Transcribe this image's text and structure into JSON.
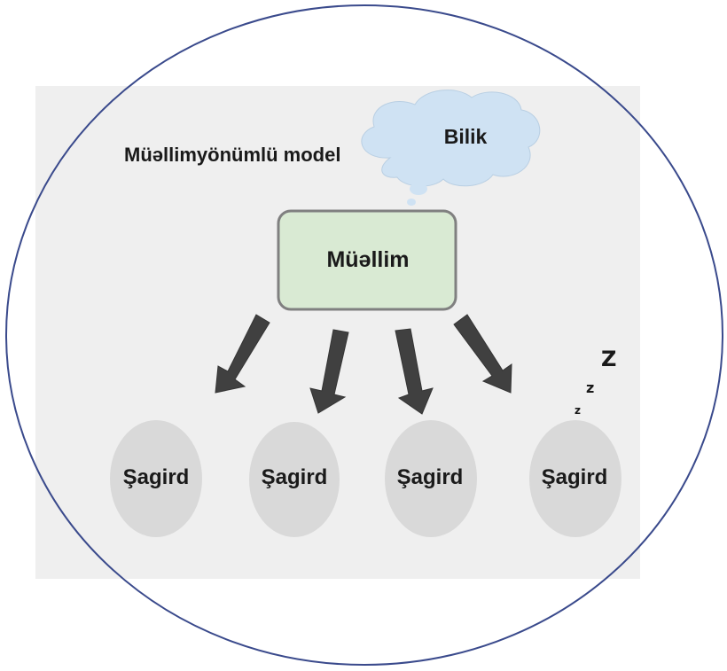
{
  "diagram": {
    "title": "Müəllimyönümlü model",
    "cloud_label": "Bilik",
    "teacher_label": "Müəllim",
    "students": [
      {
        "label": "Şagird"
      },
      {
        "label": "Şagird"
      },
      {
        "label": "Şagird"
      },
      {
        "label": "Şagird"
      }
    ],
    "sleep_marks": [
      "Z",
      "z",
      "z"
    ]
  },
  "colors": {
    "outer_circle_stroke": "#3a4a8c",
    "panel_fill": "#efefef",
    "cloud_fill": "#cfe2f3",
    "teacher_fill": "#d9ead3",
    "teacher_stroke": "#808080",
    "student_fill": "#d9d9d9",
    "arrow_fill": "#404040"
  }
}
